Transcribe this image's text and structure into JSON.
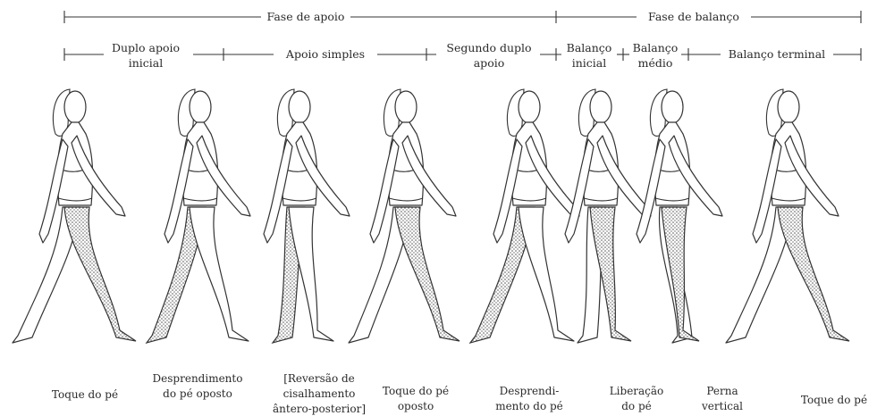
{
  "phases": {
    "stance": "Fase de apoio",
    "swing": "Fase de balanço"
  },
  "subphases": {
    "initial_double_line1": "Duplo apoio",
    "initial_double_line2": "inicial",
    "single_support": "Apoio simples",
    "second_double_line1": "Segundo duplo",
    "second_double_line2": "apoio",
    "initial_swing_line1": "Balanço",
    "initial_swing_line2": "inicial",
    "mid_swing_line1": "Balanço",
    "mid_swing_line2": "médio",
    "terminal_swing": "Balanço terminal"
  },
  "events": [
    {
      "lines": [
        "Toque do pé"
      ]
    },
    {
      "lines": [
        "Desprendimento",
        "do pé oposto"
      ]
    },
    {
      "lines": [
        "[Reversão de",
        "cisalhamento",
        "ântero-posterior]"
      ]
    },
    {
      "lines": [
        "Toque do pé",
        "oposto"
      ]
    },
    {
      "lines": [
        "Desprendi-",
        "mento do pé"
      ]
    },
    {
      "lines": [
        "Liberação",
        "do pé"
      ]
    },
    {
      "lines": [
        "Perna",
        "vertical"
      ]
    },
    {
      "lines": [
        "Toque do pé"
      ]
    }
  ]
}
